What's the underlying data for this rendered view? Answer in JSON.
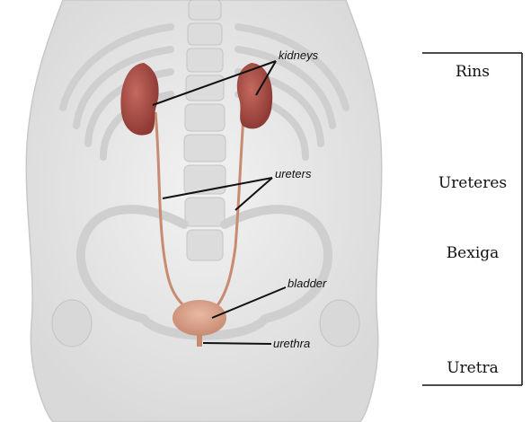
{
  "anatomy_labels": {
    "kidneys": "kidneys",
    "ureters": "ureters",
    "bladder": "bladder",
    "urethra": "urethra"
  },
  "translations": {
    "rins": "Rins",
    "ureteres": "Ureteres",
    "bexiga": "Bexiga",
    "uretra": "Uretra"
  },
  "colors": {
    "kidney": "#a84e46",
    "ureter": "#c98a72",
    "bladder": "#d6a088",
    "body": "#e9e9e9"
  }
}
